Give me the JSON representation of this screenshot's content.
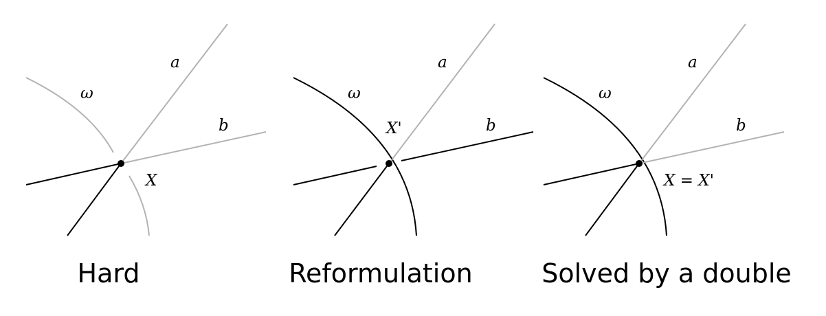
{
  "colors": {
    "line_black": "#000000",
    "line_gray": "#b3b3b3",
    "background": "#ffffff"
  },
  "panels": [
    {
      "caption": "Hard",
      "labels": {
        "omega": "ω",
        "a": "a",
        "b": "b",
        "point": "X"
      }
    },
    {
      "caption": "Reformulation",
      "labels": {
        "omega": "ω",
        "a": "a",
        "b": "b",
        "point": "X'"
      }
    },
    {
      "caption": "Solved by a double",
      "labels": {
        "omega": "ω",
        "a": "a",
        "b": "b",
        "point": "X = X'"
      }
    }
  ]
}
